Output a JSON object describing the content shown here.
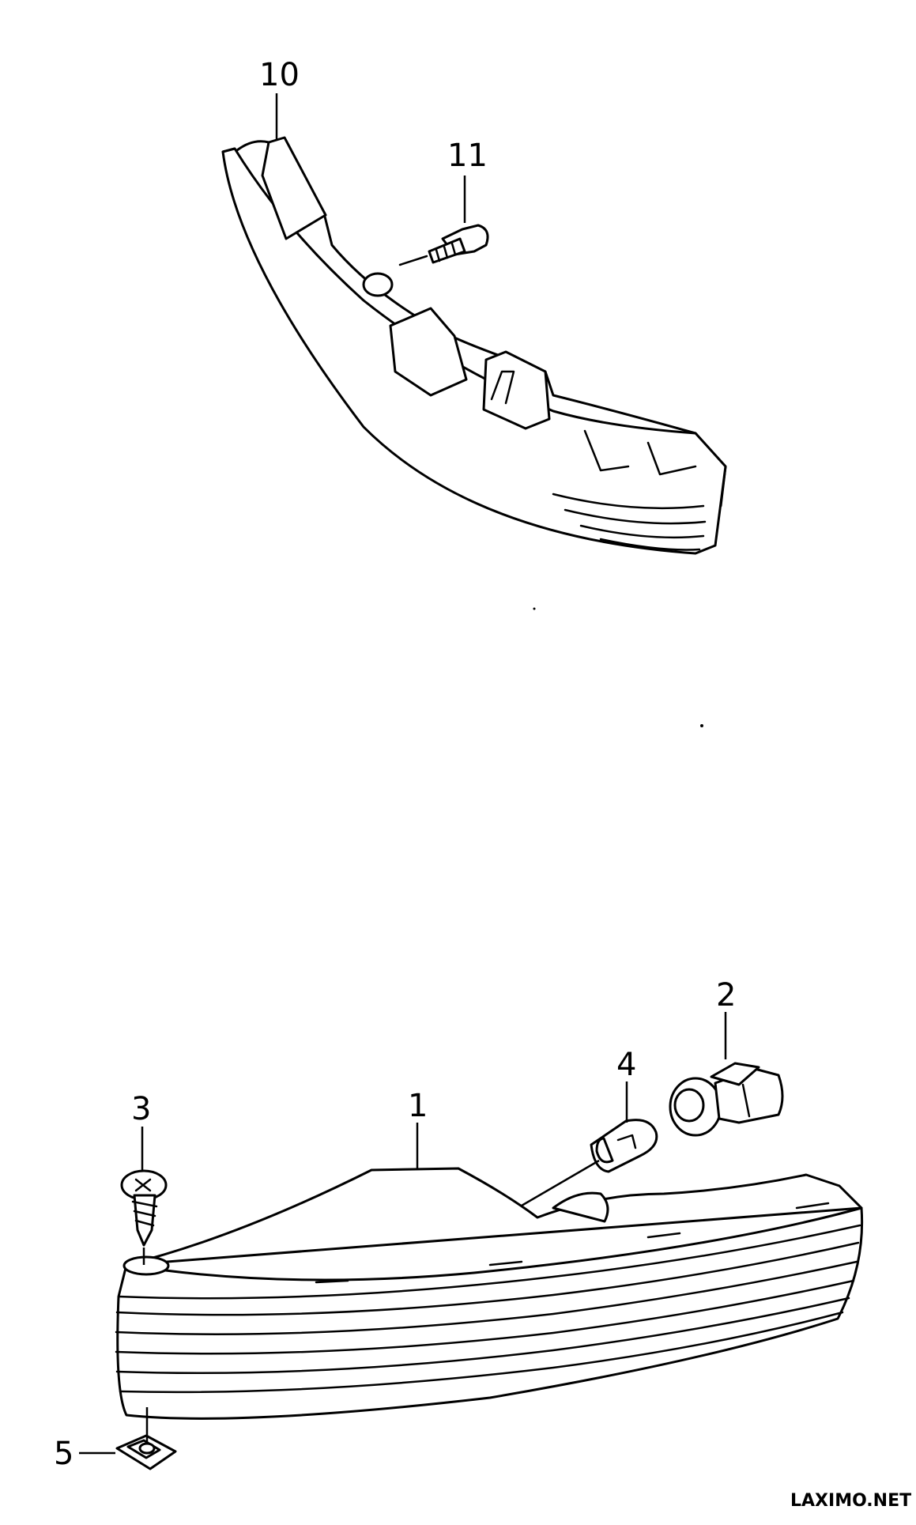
{
  "callouts": {
    "part_1": "1",
    "part_2": "2",
    "part_3": "3",
    "part_4": "4",
    "part_5": "5",
    "part_10": "10",
    "part_11": "11"
  },
  "watermark": "LAXIMO.NET",
  "colors": {
    "line": "#000000",
    "background": "#ffffff"
  }
}
